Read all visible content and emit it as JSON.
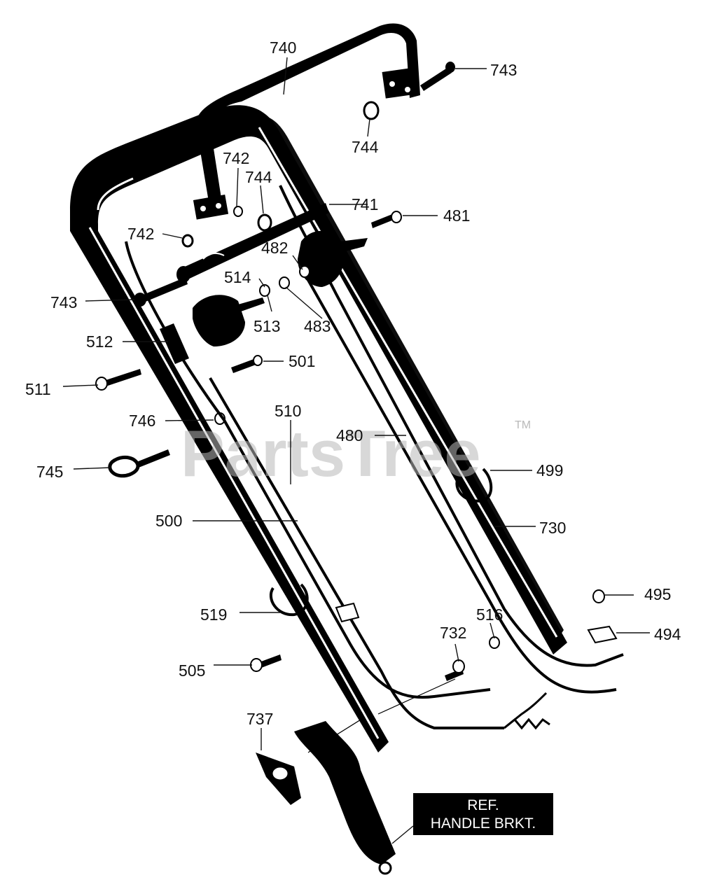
{
  "watermark": {
    "text": "PartsTree",
    "trademark": "TM"
  },
  "ref_box": {
    "line1": "REF.",
    "line2": "HANDLE BRKT."
  },
  "labels": {
    "p740": "740",
    "p743_top": "743",
    "p744_top": "744",
    "p742_a": "742",
    "p744_b": "744",
    "p741": "741",
    "p481": "481",
    "p742_b": "742",
    "p482": "482",
    "p514": "514",
    "p743_left": "743",
    "p513": "513",
    "p483": "483",
    "p512": "512",
    "p501": "501",
    "p511": "511",
    "p510": "510",
    "p480": "480",
    "p746": "746",
    "p745": "745",
    "p499": "499",
    "p500": "500",
    "p730": "730",
    "p495": "495",
    "p519": "519",
    "p516": "516",
    "p732": "732",
    "p494": "494",
    "p505": "505",
    "p737": "737"
  }
}
